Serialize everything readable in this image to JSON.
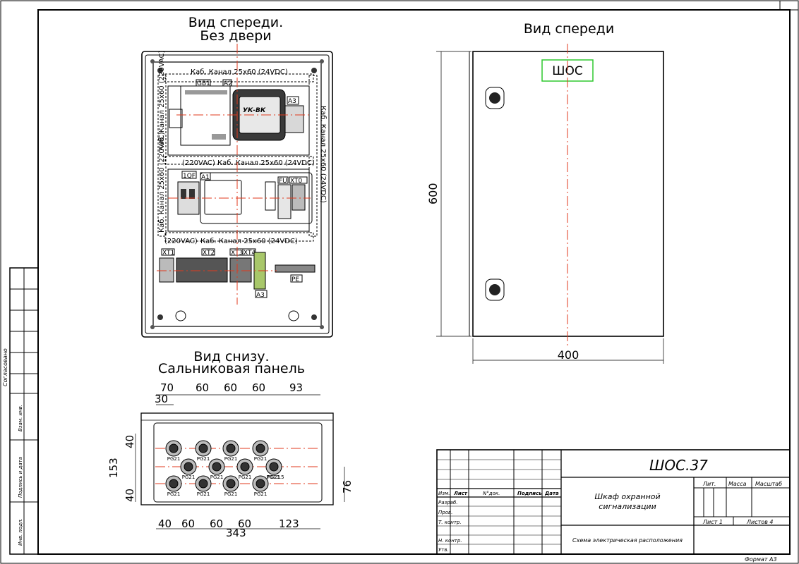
{
  "views": {
    "front_nodoor_title": [
      "Вид спереди.",
      "Без двери"
    ],
    "front_title": "Вид спереди",
    "bottom_title": [
      "Вид снизу.",
      "Сальниковая панель"
    ]
  },
  "front_dims": {
    "height": "600",
    "width": "400"
  },
  "door_label": "ШОС",
  "cable_channels": {
    "top": "Каб. Канал 25х60 (24VDC)",
    "left_upper": "Каб. Канал 25х60 (220VAC)",
    "middle": "Каб. Канал 25х60 (24VDC)",
    "middle_prefix": "(220VAC)",
    "right": "Каб. Канал 25х60 (24VDC)",
    "left_lower": "Каб. Канал 25х60 (220VAC)",
    "bottom": "Каб. Канал 25х60 (24VDC)",
    "bottom_prefix": "(220VAC)"
  },
  "components": {
    "gb1": "GB1",
    "a2": "A2",
    "a3_top": "A3",
    "uk_vk": "УК-ВК",
    "q1": "1QF",
    "a1": "A1",
    "fu": "FU",
    "xt0": "XT0",
    "xt1": "XT1",
    "xt2": "XT2",
    "xt3": "XT3",
    "xt4": "XT4",
    "pe": "PE",
    "a3_bottom": "A3"
  },
  "bottom_dims": {
    "top_row": [
      "70",
      "60",
      "60",
      "60",
      "93"
    ],
    "offset": "30",
    "left_top": "40",
    "left_mid": "153",
    "left_bottom": "40",
    "right": "76",
    "bottom_row": [
      "40",
      "60",
      "60",
      "60",
      "123"
    ],
    "total": "343"
  },
  "glands": {
    "row1": [
      "PG21",
      "PG21",
      "PG21",
      "PG21"
    ],
    "row2": [
      "PG21",
      "PG21",
      "PG21",
      "PG21",
      "PG13.5"
    ],
    "row3": [
      "PG21",
      "PG21",
      "PG21",
      "PG21"
    ]
  },
  "side_stamp": {
    "agreed": "Согласовано",
    "replaced_inv": "Взам. инв.",
    "sign_date": "Подпись и дата",
    "inv_orig": "Инв. подл."
  },
  "title_block": {
    "designation": "ШОС.37",
    "name": [
      "Шкаф охранной",
      "сигнализации"
    ],
    "doc_type": "Схема электрическая расположения",
    "cols": [
      "Изм.",
      "Лист",
      "N°док.",
      "Подпись",
      "Дата"
    ],
    "rows": [
      "Разраб.",
      "Пров.",
      "Т. контр.",
      "",
      "Н. контр.",
      "Утв."
    ],
    "lit": "Лит.",
    "mass": "Масса",
    "scale": "Масштаб",
    "sheet": "Лист 1",
    "sheets": "Листов 4",
    "format": "Формат   А3"
  }
}
